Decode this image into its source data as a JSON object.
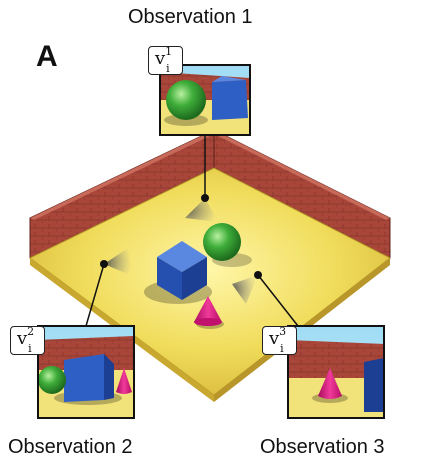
{
  "panel_label": "A",
  "observations": [
    {
      "title": "Observation 1",
      "var": "v",
      "sup": "1",
      "sub": "i"
    },
    {
      "title": "Observation 2",
      "var": "v",
      "sup": "2",
      "sub": "i"
    },
    {
      "title": "Observation 3",
      "var": "v",
      "sup": "3",
      "sub": "i"
    }
  ],
  "colors": {
    "floor": "#e8d24a",
    "wall": "#b04a3c",
    "wall_dark": "#7e2e25",
    "cube": "#2d5fc4",
    "sphere": "#3aa93a",
    "cone": "#e0157f",
    "sky": "#8fd3ee",
    "frame": "#111111"
  }
}
